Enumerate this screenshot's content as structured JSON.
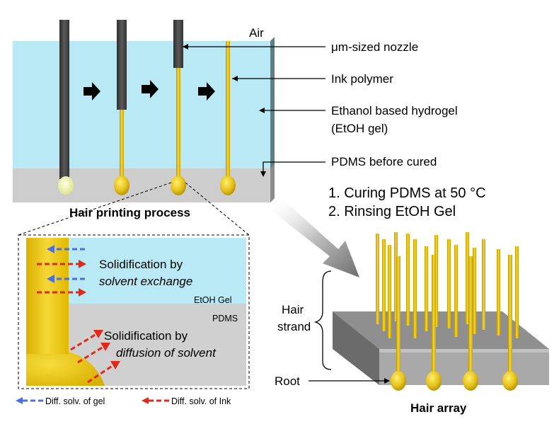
{
  "labels": {
    "air": "Air",
    "nozzle": "μm-sized nozzle",
    "ink": "Ink polymer",
    "gel_line1": "Ethanol based hydrogel",
    "gel_line2": "(EtOH gel)",
    "pdms_before": "PDMS before cured",
    "step1": "1.  Curing PDMS at 50 °C",
    "step2": "2.  Rinsing EtOH Gel",
    "printing_title": "Hair printing process",
    "array_title": "Hair array",
    "hair": "Hair",
    "strand": "strand",
    "root": "Root",
    "solid1_line1": "Solidification by",
    "solid1_line2": "solvent exchange",
    "solid2_line1": "Solidification by",
    "solid2_line2": "diffusion of solvent",
    "etoh_gel": "EtOH Gel",
    "pdms": "PDMS",
    "legend_gel": "Diff. solv. of gel",
    "legend_ink": "Diff. solv. of Ink"
  },
  "colors": {
    "gel": "#b7e8f3",
    "pdms": "#c9c9c9",
    "nozzle": "#4a4a4a",
    "ink": "#e8c21a",
    "blue_arrow": "#4a6fe0",
    "red_arrow": "#e02b1b"
  }
}
